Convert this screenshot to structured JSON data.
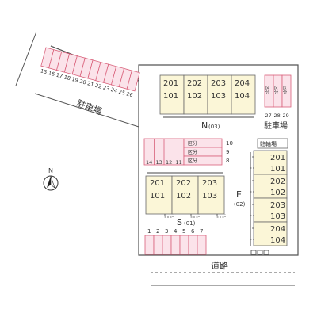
{
  "compass": {
    "letter": "N"
  },
  "road": {
    "label": "道路"
  },
  "parking_label": "駐車場",
  "parking_nw": {
    "label": "駐車場",
    "numbers": [
      "15",
      "16",
      "17",
      "18",
      "19",
      "20",
      "21",
      "22",
      "23",
      "24",
      "25",
      "26"
    ]
  },
  "parking_ne": {
    "numbers": [
      "27",
      "28",
      "29"
    ],
    "tag": "区分"
  },
  "parking_mid": {
    "rows": [
      {
        "tag": "区分",
        "number": "10"
      },
      {
        "tag": "区分",
        "number": "9"
      },
      {
        "tag": "区分",
        "number": "8"
      }
    ],
    "numbers": [
      "14",
      "13",
      "12",
      "11"
    ]
  },
  "parking_bottom": {
    "numbers": [
      "1",
      "2",
      "3",
      "4",
      "5",
      "6",
      "7"
    ]
  },
  "bike_parking": {
    "label": "駐輪場"
  },
  "building_n": {
    "label": "N",
    "sub": "(03)",
    "units": [
      {
        "top": "201",
        "bottom": "101"
      },
      {
        "top": "202",
        "bottom": "102"
      },
      {
        "top": "203",
        "bottom": "103"
      },
      {
        "top": "204",
        "bottom": "104"
      }
    ]
  },
  "building_s": {
    "label": "S",
    "sub": "(01)",
    "units": [
      {
        "top": "201",
        "bottom": "101"
      },
      {
        "top": "202",
        "bottom": "102"
      },
      {
        "top": "203",
        "bottom": "103"
      }
    ]
  },
  "building_e": {
    "label": "E",
    "sub": "(02)",
    "units": [
      {
        "top": "201",
        "bottom": "101"
      },
      {
        "top": "202",
        "bottom": "102"
      },
      {
        "top": "203",
        "bottom": "103"
      },
      {
        "top": "204",
        "bottom": "104"
      }
    ]
  },
  "colors": {
    "parking_outline": "#d9607a",
    "parking_fill": "#fbe3ea",
    "building_fill": "#fbf6d7",
    "building_outline": "#666666",
    "site_outline": "#555555"
  }
}
